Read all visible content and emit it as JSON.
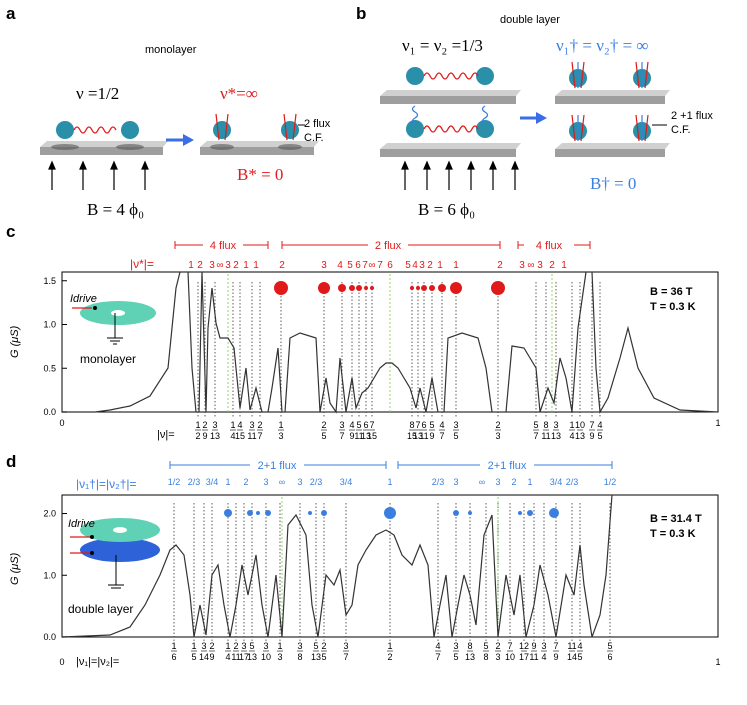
{
  "panel_a": {
    "letter": "a",
    "title": "monolayer",
    "nu": "ν =1/2",
    "nu_star": "ν*=∞",
    "flux_note_1": "2 flux",
    "flux_note_2": "C.F.",
    "b_star": "B* = 0",
    "b_field": "B = 4 ϕ₀"
  },
  "panel_b": {
    "letter": "b",
    "title": "double layer",
    "nu": "ν₁ = ν₂ =1/3",
    "nu_dagger": "ν₁† = ν₂† = ∞",
    "flux_note_1": "2 +1 flux",
    "flux_note_2": "C.F.",
    "b_dagger": "B† = 0",
    "b_field": "B = 6 ϕ₀"
  },
  "panel_c": {
    "letter": "c",
    "flux_left": "4 flux",
    "flux_mid": "2 flux",
    "flux_right": "4 flux",
    "top_label": "|ν*|=",
    "top_ticks": [
      "1",
      "2",
      "3",
      "∞",
      "3",
      "2",
      "1",
      "1",
      "2",
      "3",
      "4",
      "5",
      "6",
      "7",
      "∞",
      "7",
      "6",
      "5",
      "4",
      "3",
      "2",
      "1",
      "1",
      "2",
      "3",
      "∞",
      "3",
      "2",
      "1"
    ],
    "y_label": "G (μS)",
    "y_ticks": [
      "0.0",
      "0.5",
      "1.0",
      "1.5"
    ],
    "x_ends": [
      "0",
      "1"
    ],
    "x_label": "|ν|=",
    "fractions": [
      "1/2",
      "2/9",
      "3/13",
      "1/4",
      "4/15",
      "3/11",
      "2/7",
      "1/3",
      "2/5",
      "3/7",
      "4/9",
      "5/11",
      "6/13",
      "7/15",
      "8/15",
      "7/13",
      "6/11",
      "5/9",
      "4/7",
      "3/5",
      "2/3",
      "5/7",
      "8/11",
      "3/13",
      "1/4",
      "10/13",
      "7/9",
      "4/5"
    ],
    "field": "B = 36 T",
    "temp": "T = 0.3 K",
    "inset_drive": "Idrive",
    "inset_label": "monolayer"
  },
  "panel_d": {
    "letter": "d",
    "flux_left": "2+1 flux",
    "flux_right": "2+1 flux",
    "top_label": "|ν₁†|=|ν₂†|=",
    "top_ticks_left": [
      "1/2",
      "2/3",
      "3/4",
      "1",
      "2",
      "3",
      "∞",
      "3",
      "2/3",
      "3/4"
    ],
    "top_ticks_right": [
      "1",
      "2/3",
      "3",
      "∞",
      "3",
      "2",
      "1",
      "3/4",
      "2/3",
      "1/2"
    ],
    "y_label": "G (μS)",
    "y_ticks": [
      "0.0",
      "1.0",
      "2.0"
    ],
    "x_ends": [
      "0",
      "1"
    ],
    "x_label": "|ν₁|=|ν₂|=",
    "fractions": [
      "1/6",
      "1/5",
      "3/14",
      "2/9",
      "1/4",
      "2/11",
      "3/17",
      "5/13",
      "3/10",
      "1/3",
      "3/8",
      "5/13",
      "2/5",
      "3/7",
      "1/2",
      "4/7",
      "3/5",
      "8/13",
      "5/8",
      "2/3",
      "7/10",
      "12/17",
      "9/11",
      "3/4",
      "7/9",
      "11/14",
      "4/5",
      "5/6"
    ],
    "field": "B = 31.4 T",
    "temp": "T = 0.3 K",
    "inset_drive": "Idrive",
    "inset_label": "double layer"
  },
  "colors": {
    "red": "#e01a1a",
    "blue": "#3a7fe0",
    "green": "#7ed957",
    "plate": "#b9b9b9"
  }
}
